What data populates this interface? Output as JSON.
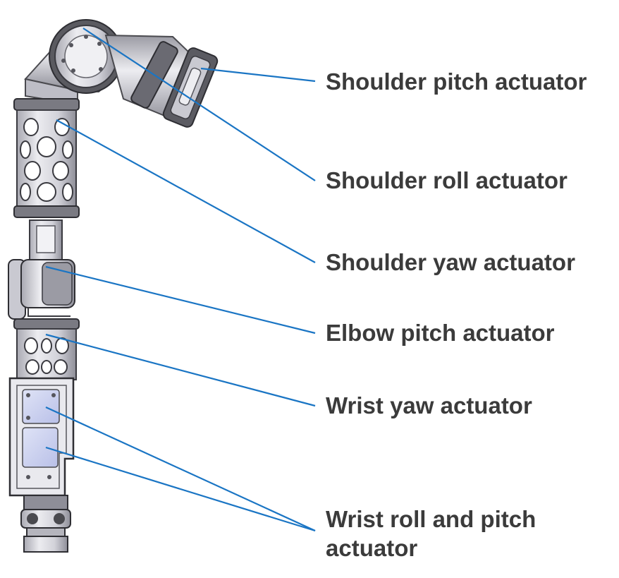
{
  "labels": {
    "shoulder_pitch": "Shoulder pitch actuator",
    "shoulder_roll": "Shoulder roll actuator",
    "shoulder_yaw": "Shoulder yaw actuator",
    "elbow_pitch": "Elbow pitch actuator",
    "wrist_yaw": "Wrist yaw actuator",
    "wrist_roll_pitch_line1": "Wrist roll and pitch",
    "wrist_roll_pitch_line2": "actuator"
  },
  "colors": {
    "leader": "#1a75c4",
    "label_text": "#3b3b3b",
    "metal_light": "#e8e8ec",
    "metal_mid": "#c9c9d1",
    "metal_dark": "#4a4a4f",
    "panel_tint": "#c9cff0"
  }
}
